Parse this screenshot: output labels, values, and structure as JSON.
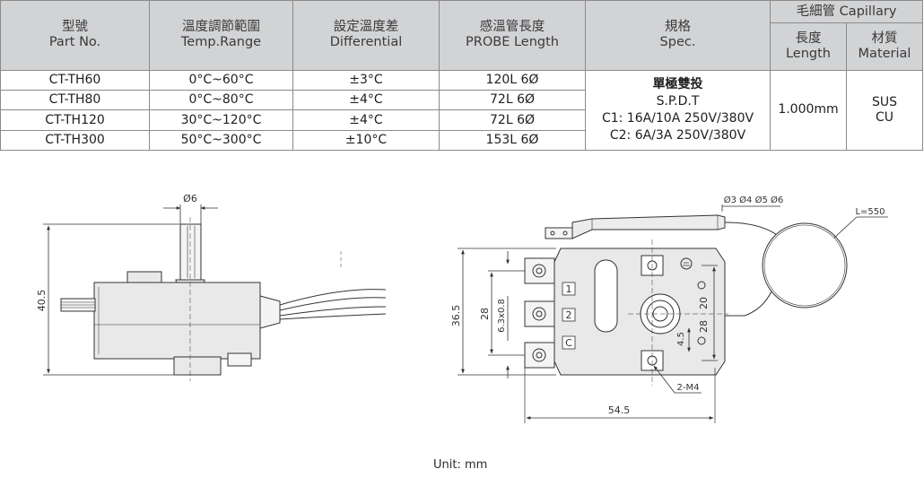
{
  "table": {
    "headers": {
      "part_no": {
        "zh": "型號",
        "en": "Part No."
      },
      "temp_range": {
        "zh": "溫度調節範圍",
        "en": "Temp.Range"
      },
      "differential": {
        "zh": "設定溫度差",
        "en": "Differential"
      },
      "probe_length": {
        "zh": "感溫管長度",
        "en": "PROBE Length"
      },
      "spec": {
        "zh": "規格",
        "en": "Spec."
      },
      "capillary": "毛細管 Capillary",
      "length": {
        "zh": "長度",
        "en": "Length"
      },
      "material": {
        "zh": "材質",
        "en": "Material"
      }
    },
    "rows": [
      {
        "part_no": "CT-TH60",
        "temp_range": "0°C~60°C",
        "differential": "±3°C",
        "probe_length": "120L  6Ø"
      },
      {
        "part_no": "CT-TH80",
        "temp_range": "0°C~80°C",
        "differential": "±4°C",
        "probe_length": "72L  6Ø"
      },
      {
        "part_no": "CT-TH120",
        "temp_range": "30°C~120°C",
        "differential": "±4°C",
        "probe_length": "72L  6Ø"
      },
      {
        "part_no": "CT-TH300",
        "temp_range": "50°C~300°C",
        "differential": "±10°C",
        "probe_length": "153L  6Ø"
      }
    ],
    "spec": {
      "line1": "單極雙投",
      "line2": "S.P.D.T",
      "line3": "C1: 16A/10A 250V/380V",
      "line4": "C2: 6A/3A 250V/380V"
    },
    "capillary_length": "1.000mm",
    "capillary_material": {
      "line1": "SUS",
      "line2": "CU"
    }
  },
  "side_view": {
    "dim_shaft": "Ø6",
    "dim_height": "40.5"
  },
  "front_view": {
    "dim_probe": "Ø3 Ø4 Ø5 Ø6",
    "dim_capillary": "L=550",
    "dim_height": "36.5",
    "dim_terminal_span": "28",
    "dim_terminal": "6.3x0.8",
    "dim_hole_span": "20",
    "dim_hole_offset": "28",
    "dim_center": "4.5",
    "dim_mount": "2-M4",
    "dim_width": "54.5",
    "terminal_labels": [
      "1",
      "2",
      "C"
    ]
  },
  "unit_note": "Unit: mm",
  "colors": {
    "header_bg": "#d2d3d5",
    "border": "#8a8a8a",
    "drawing_line": "#333333",
    "drawing_fill": "#e9e9e9"
  }
}
